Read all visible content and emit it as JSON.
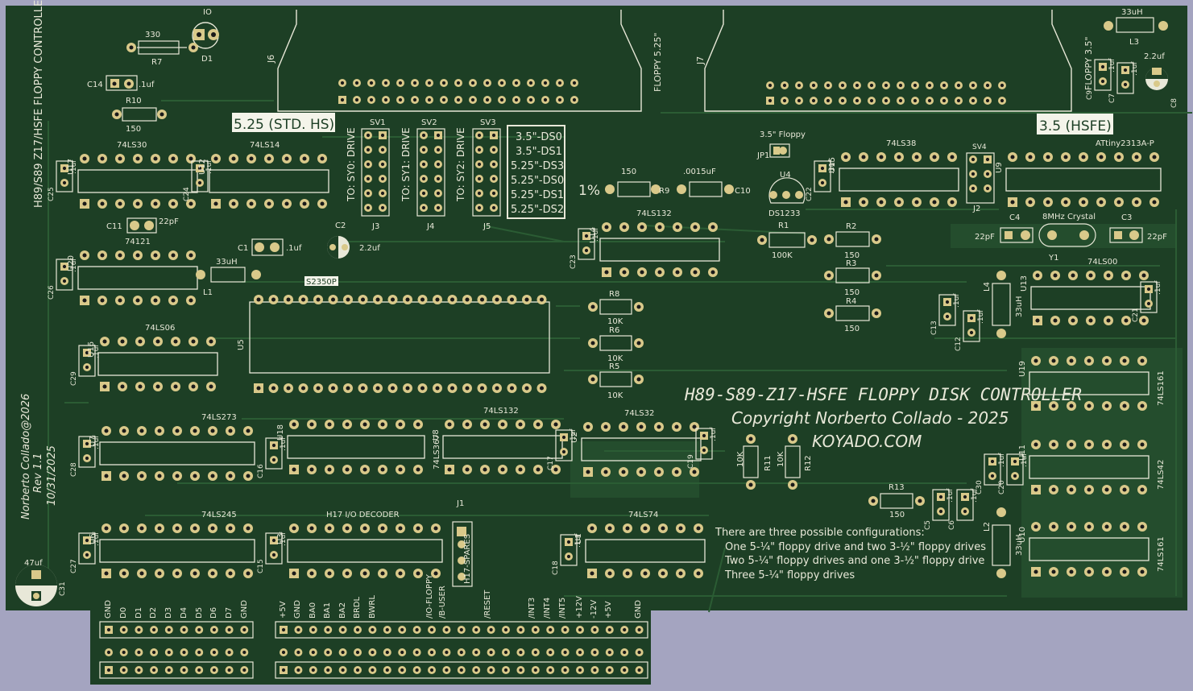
{
  "colors": {
    "background": "#a4a4c0",
    "board": "#1d3f25",
    "trace": "#2a5a33",
    "silk": "#e8e8d8",
    "pad": "#d9c98a",
    "pad_hole": "#1a1a1a"
  },
  "board": {
    "title": "H89-S89-Z17-HSFE FLOPPY DISK CONTROLLER",
    "copyright": "Copyright Norberto Collado - 2025",
    "website": "KOYADO.COM",
    "side_title": "H89/S89 Z17/HSFE FLOPPY CONTROLLER",
    "author_lines": [
      "Norberto Collado@2026",
      "Rev 1.1",
      "10/31/2025"
    ],
    "config_title": "There are three possible configurations:",
    "configs": [
      "One 5-¼\" floppy drive and two 3-½\" floppy drives",
      "Two 5-¼\" floppy drives and one 3-½\" floppy drive",
      "Three 5-¼\" floppy drives"
    ]
  },
  "connectors": {
    "floppy525_label": "FLOPPY 5.25\"",
    "floppy35_label": "FLOPPY 3.5\"",
    "std_hs": "5.25 (STD. HS)",
    "hsfe": "3.5 (HSFE)",
    "j6": "J6",
    "j7": "J7"
  },
  "drive_select": {
    "labels": [
      "3.5\"-DS0",
      "3.5\"-DS1",
      "5.25\"-DS3",
      "5.25\"-DS0",
      "5.25\"-DS1",
      "5.25\"-DS2"
    ],
    "one_pct": "1%",
    "sv": [
      "SV1",
      "SV2",
      "SV3",
      "SV4"
    ],
    "sv_drive": [
      "TO: SY0: DRIVE",
      "TO: SY1: DRIVE",
      "TO: SY2: DRIVE"
    ],
    "j": [
      "J3",
      "J4",
      "J5",
      "J2"
    ]
  },
  "chips": [
    {
      "ref": "U17",
      "part": "74LS30"
    },
    {
      "ref": "U12",
      "part": "74LS14"
    },
    {
      "ref": "U20",
      "part": "74121"
    },
    {
      "ref": "U16",
      "part": "74LS06"
    },
    {
      "ref": "U5",
      "part": "S2350P"
    },
    {
      "ref": "U14",
      "part": "74LS132"
    },
    {
      "ref": "U15",
      "part": "74LS38"
    },
    {
      "ref": "U9",
      "part": "ATtiny2313A-P"
    },
    {
      "ref": "U13",
      "part": "74LS00"
    },
    {
      "ref": "U7",
      "part": "74LS273"
    },
    {
      "ref": "U18",
      "part": "74LS367"
    },
    {
      "ref": "U8",
      "part": "74LS132"
    },
    {
      "ref": "U2",
      "part": "74LS32"
    },
    {
      "ref": "U19",
      "part": "74LS161"
    },
    {
      "ref": "U11",
      "part": "74LS42"
    },
    {
      "ref": "U6",
      "part": "74LS245"
    },
    {
      "ref": "U3",
      "part": "H17 I/O DECODER"
    },
    {
      "ref": "U1",
      "part": "74LS74"
    },
    {
      "ref": "U10",
      "part": "74LS161"
    },
    {
      "ref": "U4",
      "part": "DS1233"
    }
  ],
  "labels": {
    "r7": "R7",
    "r7v": "330",
    "d1": "D1",
    "io": "IO",
    "c14": "C14",
    "r10": "R10",
    "r10v": "150",
    "uf": ".1uf",
    "c11": "C11",
    "pf22": "22pF",
    "c1": "C1",
    "c2": "C2",
    "uf22": "2.2uf",
    "l1": "L1",
    "uh33": "33uH",
    "r9": "R9",
    "r9v": "150",
    "c10": "C10",
    "c10v": ".0015uF",
    "floppy35jp": "3.5\" Floppy",
    "jp1": "JP1",
    "r1": "R1",
    "r1v": "100K",
    "r2": "R2",
    "r3": "R3",
    "r4": "R4",
    "r150": "150",
    "r8": "R8",
    "r6": "R6",
    "r5": "R5",
    "r10k": "10K",
    "l3": "L3",
    "c9": "C9",
    "c7": "C7",
    "c8": "C8",
    "c4": "C4",
    "c3": "C3",
    "y1": "Y1",
    "crystal": "8MHz Crystal",
    "l4": "L4",
    "c13": "C13",
    "c12": "C12",
    "c21": "C21",
    "r11": "R11",
    "r12": "R12",
    "r13": "R13",
    "c5": "C5",
    "c6": "C6",
    "c30": "C30",
    "c20": "C20",
    "l2": "L2",
    "c31": "C31",
    "c31v": "47uf",
    "j1": "J1",
    "spares": "H17-SPARES",
    "c25": "C25",
    "c24": "C24",
    "c26": "C26",
    "c29": "C29",
    "c28": "C28",
    "c16": "C16",
    "c17": "C17",
    "c19": "C19",
    "c27": "C27",
    "c15": "C15",
    "c18": "C18",
    "c22": "C22",
    "c23": "C23"
  },
  "bus_pins": [
    "GND",
    "D0",
    "D1",
    "D2",
    "D3",
    "D4",
    "D5",
    "D6",
    "D7",
    "GND",
    "+5V",
    "GND",
    "BA0",
    "BA1",
    "BA2",
    "BRDL",
    "BWRL",
    "/IO-FLOPPY",
    "/B-USER",
    "/RESET",
    "/INT3",
    "/INT4",
    "/INT5",
    "+12V",
    "-12V",
    "+5V",
    "GND"
  ]
}
